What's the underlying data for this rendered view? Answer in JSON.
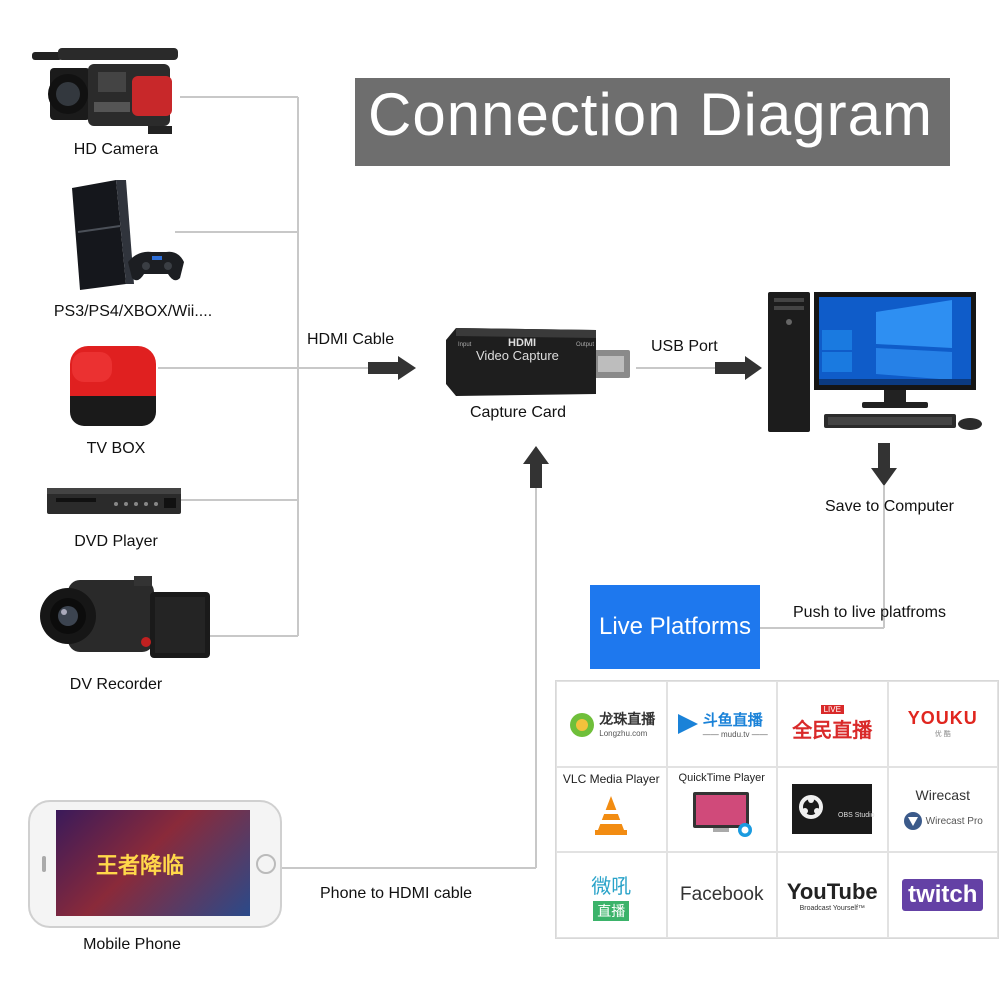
{
  "title": "Connection Diagram",
  "devices": {
    "hd_camera": "HD Camera",
    "consoles": "PS3/PS4/XBOX/Wii....",
    "tv_box": "TV BOX",
    "dvd_player": "DVD Player",
    "dv_recorder": "DV Recorder",
    "mobile_phone": "Mobile Phone"
  },
  "labels": {
    "hdmi_cable": "HDMI Cable",
    "capture_card": "Capture Card",
    "usb_port": "USB Port",
    "save_to_computer": "Save to Computer",
    "push_to_live": "Push to live platfroms",
    "phone_to_hdmi": "Phone to HDMI cable"
  },
  "capture_card_text": {
    "brand": "HDMI",
    "product": "Video Capture",
    "input": "Input",
    "output": "Output"
  },
  "live_platforms_label": "Live Platforms",
  "platforms": [
    {
      "name": "龙珠直播",
      "sub": "Longzhu.com"
    },
    {
      "name": "斗鱼直播",
      "sub": "—— mudu.tv ——"
    },
    {
      "name": "全民直播",
      "sub": "LIVE"
    },
    {
      "name": "YOUKU",
      "sub": "优 酷"
    },
    {
      "name": "VLC Media Player"
    },
    {
      "name": "QuickTime Player"
    },
    {
      "name": "OBS Studio"
    },
    {
      "name": "Wirecast",
      "sub": "Wirecast Pro"
    },
    {
      "name": "微吼",
      "sub": "直播"
    },
    {
      "name": "Facebook"
    },
    {
      "name": "YouTube",
      "sub": "Broadcast Yourself™"
    },
    {
      "name": "twitch"
    }
  ],
  "phone_screen_text": {
    "title": "王者降临"
  },
  "colors": {
    "title_bg": "#6e6e6e",
    "live_bg": "#1e78ee",
    "connector": "#c8c8c8",
    "arrow": "#333333",
    "tv_box_red": "#e02020",
    "youtube_red": "#e52d27",
    "twitch_purple": "#6441a5",
    "facebook_text": "#333333"
  },
  "icons": [
    "hd-camera-icon",
    "game-console-icon",
    "tv-box-icon",
    "dvd-player-icon",
    "dv-recorder-icon",
    "mobile-phone-icon",
    "capture-card-icon",
    "computer-icon",
    "arrow-icon"
  ]
}
